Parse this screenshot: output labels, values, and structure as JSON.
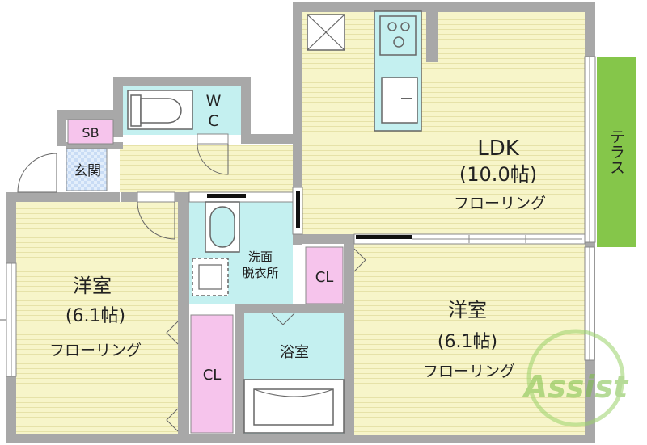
{
  "rooms": {
    "ldk": {
      "name": "LDK",
      "size": "(10.0帖)",
      "floor": "フローリング"
    },
    "western1": {
      "name": "洋室",
      "size": "(6.1帖)",
      "floor": "フローリング"
    },
    "western2": {
      "name": "洋室",
      "size": "(6.1帖)",
      "floor": "フローリング"
    },
    "wc": {
      "line1": "W",
      "line2": "C"
    },
    "sb": "SB",
    "entrance": "玄関",
    "washroom": {
      "line1": "洗面",
      "line2": "脱衣所"
    },
    "bath": "浴室",
    "closet_upper": "CL",
    "closet_lower": "CL",
    "terrace": "テラス"
  },
  "logo": {
    "text": "Assist"
  },
  "colors": {
    "wall": "#a8a8a8",
    "room_floor": "#f7f5c9",
    "floor_stripe": "#e9e6b0",
    "water_area": "#c4f0f0",
    "closet": "#f6c4ec",
    "terrace": "#85c64a",
    "entrance_tile": "#c9dcf5"
  }
}
